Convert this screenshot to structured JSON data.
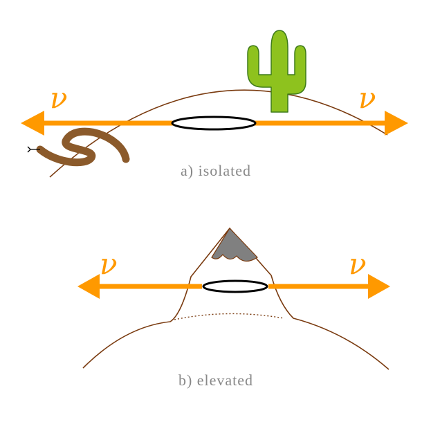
{
  "panels": [
    {
      "caption": "a) isolated",
      "arrow_left_label": "ν",
      "arrow_right_label": "ν"
    },
    {
      "caption": "b) elevated",
      "arrow_left_label": "ν",
      "arrow_right_label": "ν"
    }
  ],
  "colors": {
    "arrow": "#ff9900",
    "terrain": "#7a3b10",
    "caption": "#888888",
    "detector_ring": "#000000",
    "cactus_fill": "#8ec21e",
    "cactus_outline": "#3d7a1a",
    "snake": "#8b5a2b",
    "snow": "#808080"
  },
  "icons": [
    "cactus-icon",
    "snake-icon",
    "snow-cap-icon",
    "detector-ring-icon"
  ]
}
